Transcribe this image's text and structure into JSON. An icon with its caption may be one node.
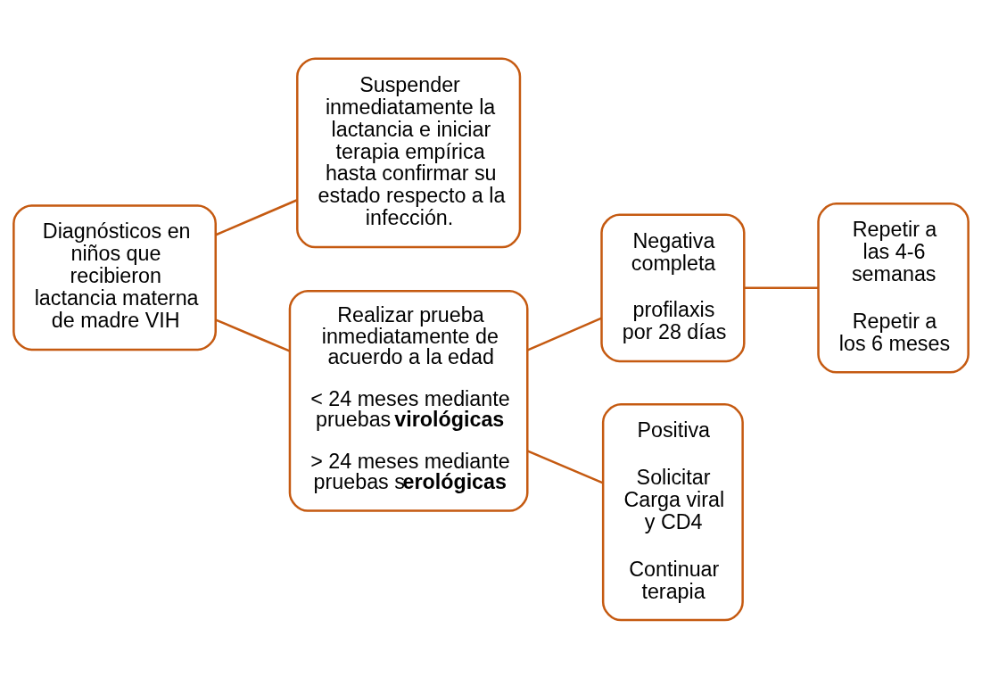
{
  "diagram": {
    "nodes": [
      {
        "text": [
          "Diagnósticos en niños que recibieron lactancia materna de madre VIH"
        ]
      },
      {
        "text": [
          "Suspender inmediatamente la lactancia e iniciar terapia empírica hasta confirmar su estado respecto a la infección."
        ]
      },
      {
        "text": [
          "Realizar prueba inmediatamente de acuerdo a la edad",
          "< 24 meses mediante pruebas **virológicas**",
          "> 24 meses mediante pruebas s**erológicas**"
        ]
      },
      {
        "text": [
          "Negativa completa",
          "profilaxis por 28 días"
        ]
      },
      {
        "text": [
          "Repetir a las 4-6 semanas",
          "Repetir a los 6 meses"
        ]
      },
      {
        "text": [
          "Positiva",
          "Solicitar Carga viral y CD4",
          "Continuar terapia"
        ]
      }
    ],
    "edges": [
      {
        "from": 0,
        "to": 1,
        "arrow": "none"
      },
      {
        "from": 0,
        "to": 2,
        "arrow": "none"
      },
      {
        "from": 2,
        "to": 3,
        "arrow": "none"
      },
      {
        "from": 2,
        "to": 5,
        "arrow": "none"
      },
      {
        "from": 3,
        "to": 4,
        "arrow": "none"
      }
    ]
  }
}
